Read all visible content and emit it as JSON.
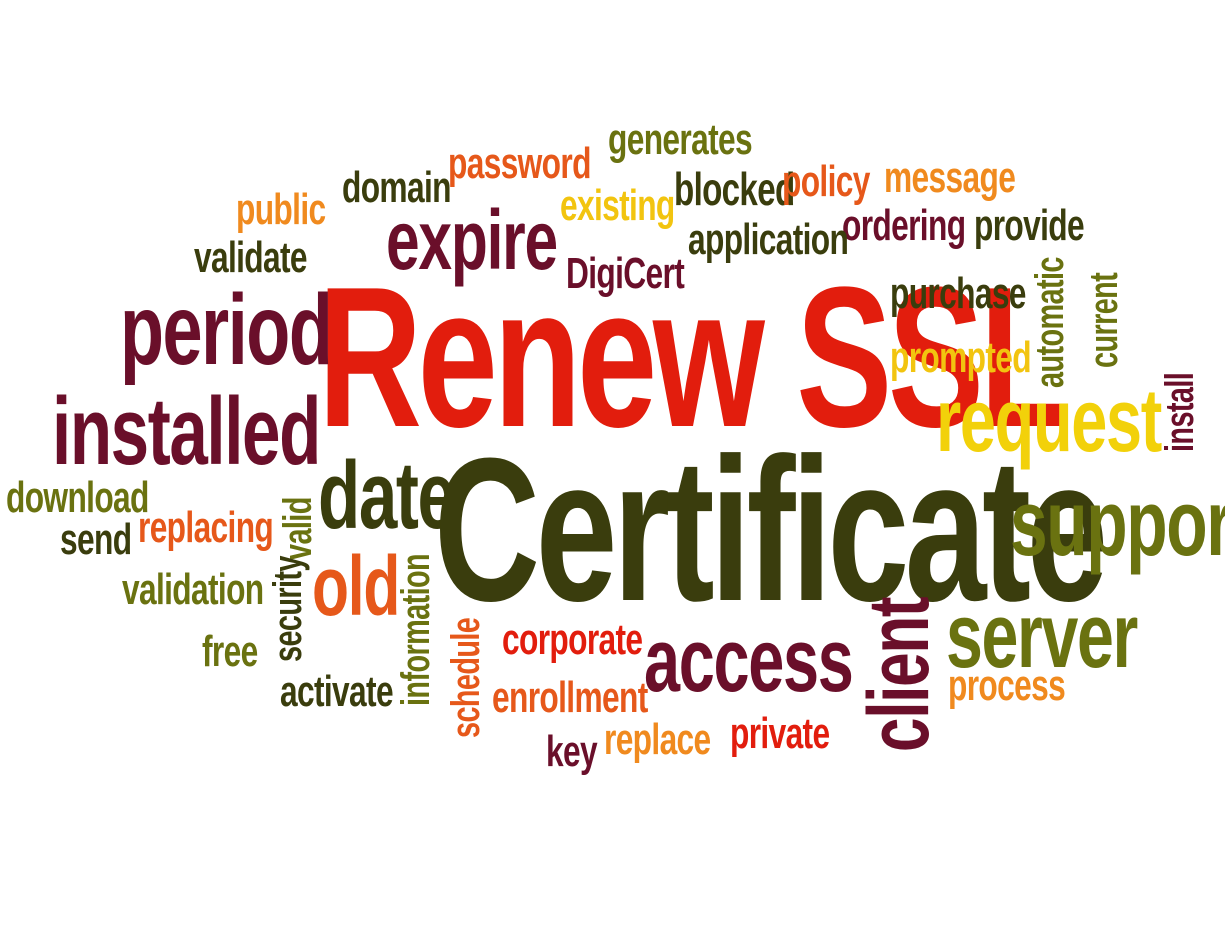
{
  "palette": {
    "red": "#e21d0d",
    "dark_green": "#3a3d0d",
    "olive": "#6a7210",
    "maroon": "#6a0f2a",
    "orange": "#e6581a",
    "amber": "#f08a1e",
    "yellow": "#f2d10a"
  },
  "words": {
    "generates": "generates",
    "password": "password",
    "domain": "domain",
    "existing": "existing",
    "blocked": "blocked",
    "policy": "policy",
    "message": "message",
    "public": "public",
    "expire": "expire",
    "ordering": "ordering",
    "provide": "provide",
    "application": "application",
    "validate": "validate",
    "digicert": "DigiCert",
    "renew_ssl": "Renew SSL",
    "automatic": "automatic",
    "current": "current",
    "purchase": "purchase",
    "period": "period",
    "prompted": "prompted",
    "install": "install",
    "installed": "installed",
    "request": "request",
    "certificate": "Certificate",
    "download": "download",
    "date": "date",
    "support": "support",
    "valid": "valid",
    "send": "send",
    "replacing": "replacing",
    "old": "old",
    "security": "security",
    "validation": "validation",
    "information": "information",
    "server": "server",
    "free": "free",
    "corporate": "corporate",
    "schedule": "schedule",
    "access": "access",
    "client": "client",
    "activate": "activate",
    "process": "process",
    "enrollment": "enrollment",
    "private": "private",
    "replace": "replace",
    "key": "key"
  }
}
